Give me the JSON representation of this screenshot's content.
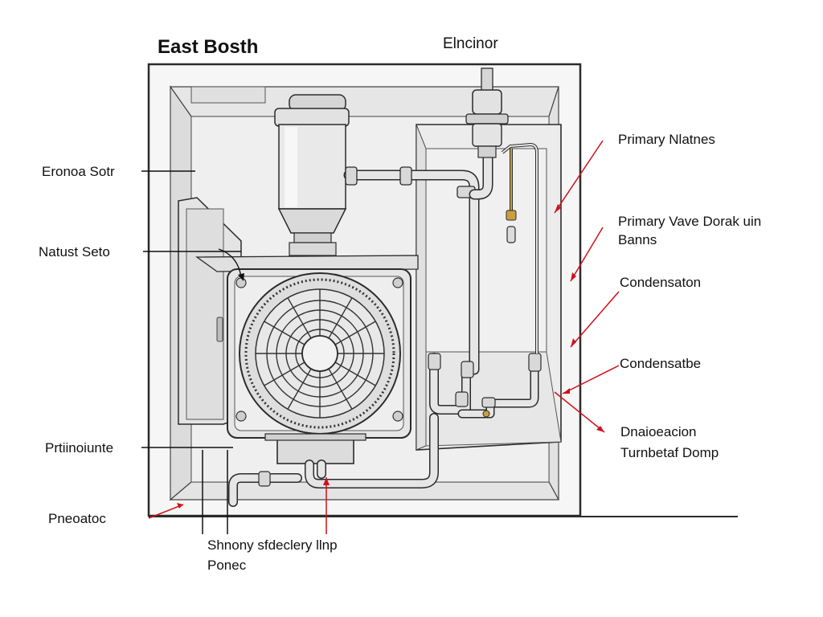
{
  "title": "East Bosth",
  "labels": {
    "top": "Elncinor",
    "left_1": "Eronoa Sotr",
    "left_2": "Natust Seto",
    "left_3": "Prtiinoiunte",
    "left_4": "Pneoatoc",
    "right_1": "Primary Nlatnes",
    "right_2a": "Primary Vave Dorak uin",
    "right_2b": "Banns",
    "right_3": "Condensaton",
    "right_4": "Condensatbe",
    "right_5a": "Dnaioeacion",
    "right_5b": "Turnbetaf Domp",
    "bottom_a": "Shnony sfdeclery llnp",
    "bottom_b": "Ponec"
  },
  "colors": {
    "outline": "#2b2b2b",
    "cabinet": "#f1f1f1",
    "metal": "#d9d9d9",
    "leader_red": "#d0101a",
    "leader_black": "#111111",
    "brass": "#c8a040"
  }
}
